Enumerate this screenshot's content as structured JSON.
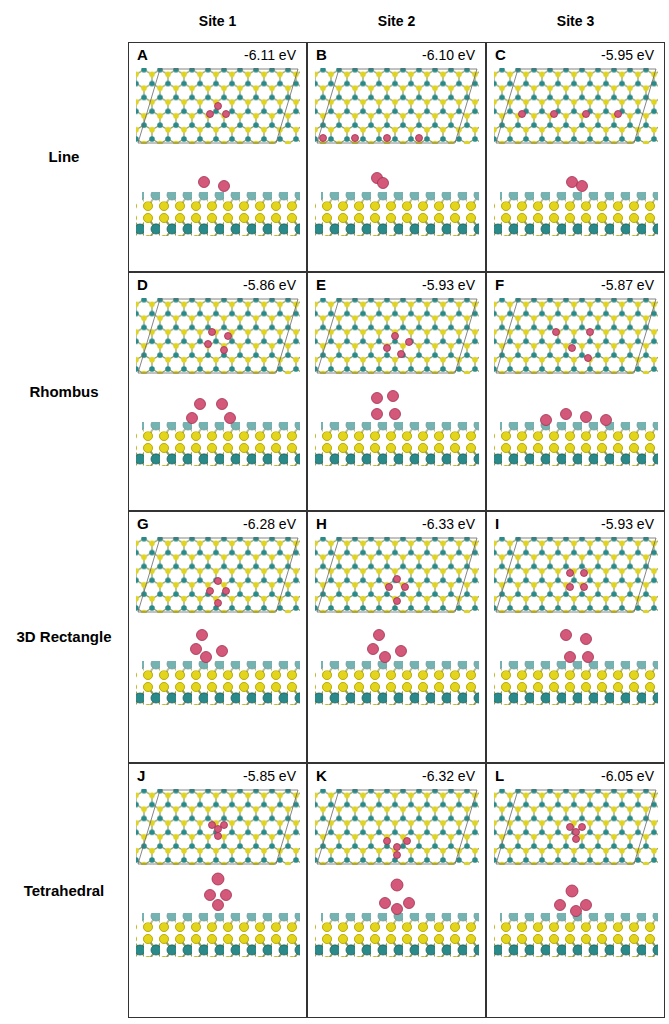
{
  "diagram": {
    "nodes": [
      {
        "text": [
          "A",
          "-6.11 eV"
        ]
      },
      {
        "text": [
          "B",
          "-6.10 eV"
        ]
      },
      {
        "text": [
          "C",
          "-5.95 eV"
        ]
      },
      {
        "text": [
          "D",
          "-5.86 eV"
        ]
      },
      {
        "text": [
          "E",
          "-5.93 eV"
        ]
      },
      {
        "text": [
          "F",
          "-5.87 eV"
        ]
      },
      {
        "text": [
          "G",
          "-6.28 eV"
        ]
      },
      {
        "text": [
          "H",
          "-6.33 eV"
        ]
      },
      {
        "text": [
          "I",
          "-5.93 eV"
        ]
      },
      {
        "text": [
          "J",
          "-5.85 eV"
        ]
      },
      {
        "text": [
          "K",
          "-6.32 eV"
        ]
      },
      {
        "text": [
          "L",
          "-6.05 eV"
        ]
      }
    ],
    "labels": [
      "Site 1",
      "Site 2",
      "Site 3",
      "Line",
      "Rhombus",
      "3D Rectangle",
      "Tetrahedral"
    ]
  }
}
